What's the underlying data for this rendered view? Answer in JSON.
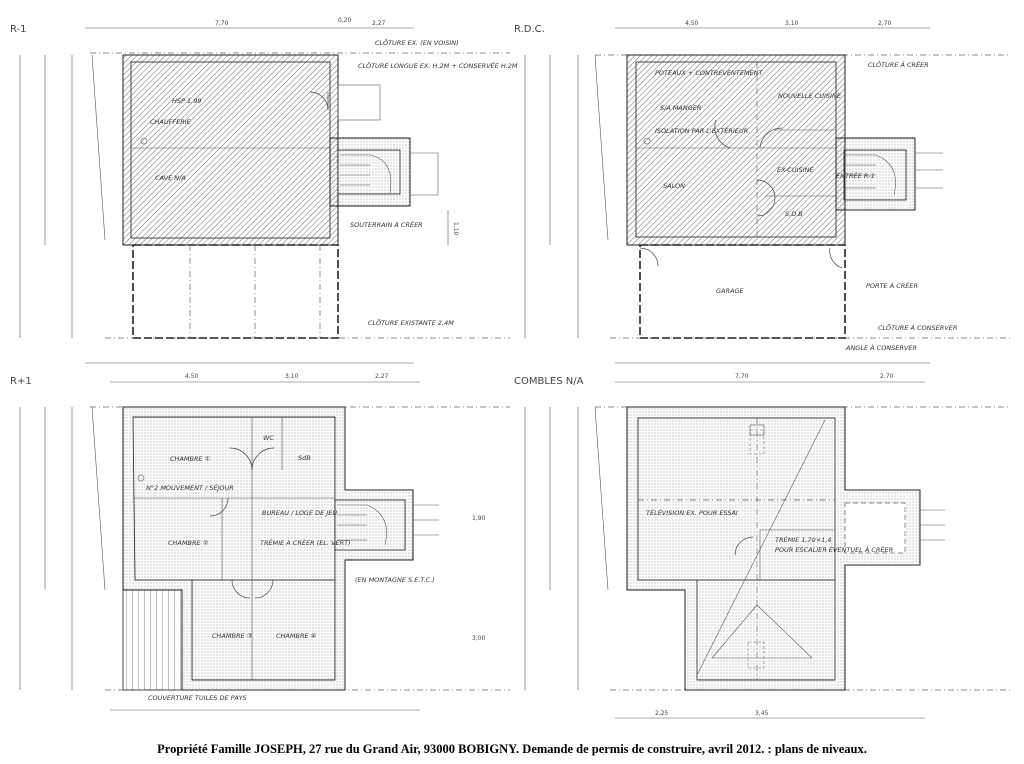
{
  "caption": "Propriété Famille JOSEPH, 27 rue du Grand Air, 93000 BOBIGNY. Demande de permis de construire, avril 2012. : plans de niveaux.",
  "plans": [
    {
      "level": "R-1",
      "rooms": [
        "HSP 1,99",
        "CHAUFFERIE",
        "CAVE N/A"
      ],
      "notes": [
        "CLÔTURE EX. (EN VOISIN)",
        "CLÔTURE LONGUE EX. H.2M + CONSERVÉE H.2M",
        "SOUTERRAIN À CRÉER",
        "CLÔTURE EXISTANTE 2,4M"
      ],
      "dims": [
        "7,70",
        "0,20",
        "2,27",
        "1,10"
      ]
    },
    {
      "level": "R.D.C.",
      "rooms": [
        "S/A MANGER",
        "NOUVELLE CUISINE",
        "SALON",
        "EX-CUISINE",
        "S.D.B",
        "GARAGE",
        "ENTRÉE R-1"
      ],
      "notes": [
        "POTEAUX + CONTREVENTEMENT",
        "ISOLATION PAR L'EXTÉRIEUR",
        "CLÔTURE À CRÉER",
        "PORTE À CRÉER",
        "CLÔTURE À CONSERVER",
        "ANGLE À CONSERVER"
      ],
      "dims": [
        "4,50",
        "3,10",
        "2,70"
      ]
    },
    {
      "level": "R+1",
      "rooms": [
        "CHAMBRE ①",
        "CHAMBRE ②",
        "CHAMBRE ③",
        "CHAMBRE ④",
        "WC",
        "SdB",
        "BUREAU / LOGE DE JEU",
        "TRÉMIE À CRÉER (EL. VERT)"
      ],
      "notes": [
        "N°2 MOUVEMENT / SÉJOUR",
        "COUVERTURE TUILES DE PAYS",
        "(EN MONTAGNE S.E.T.C.)"
      ],
      "dims": [
        "4,50",
        "3,10",
        "2,27",
        "1,90",
        "3,00"
      ]
    },
    {
      "level": "COMBLES N/A",
      "rooms": [
        "TRÉMIE 1,70×1,4",
        "POUR ESCALIER ÉVENTUEL À CRÉER"
      ],
      "notes": [
        "TÉLÉVISION EX. POUR ESSAI"
      ],
      "dims": [
        "7,70",
        "2,70",
        "3,45",
        "2,25"
      ]
    }
  ]
}
